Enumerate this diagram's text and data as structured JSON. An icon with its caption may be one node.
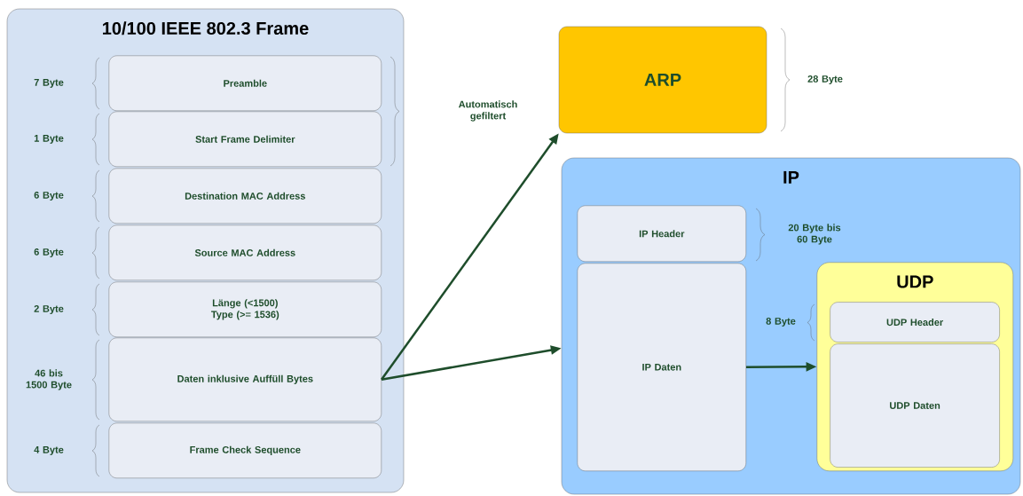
{
  "diagram": {
    "nodes": [
      {
        "text": [
          "10/100 IEEE 802.3 Frame"
        ]
      },
      {
        "text": [
          "Preamble"
        ],
        "in": 0
      },
      {
        "text": [
          "Start Frame Delimiter"
        ],
        "in": 0
      },
      {
        "text": [
          "Destination MAC Address"
        ],
        "in": 0
      },
      {
        "text": [
          "Source MAC Address"
        ],
        "in": 0
      },
      {
        "text": [
          "Länge (<1500) Type (>= 1536)"
        ],
        "in": 0
      },
      {
        "text": [
          "Daten inklusive Auffüll Bytes"
        ],
        "in": 0
      },
      {
        "text": [
          "Frame Check Sequence"
        ],
        "in": 0
      },
      {
        "text": [
          "ARP"
        ]
      },
      {
        "text": [
          "IP"
        ]
      },
      {
        "text": [
          "IP Header"
        ],
        "in": 9
      },
      {
        "text": [
          "IP Daten"
        ],
        "in": 9
      },
      {
        "text": [
          "UDP"
        ],
        "in": 9
      },
      {
        "text": [
          "UDP Header"
        ],
        "in": 12
      },
      {
        "text": [
          "UDP Daten"
        ],
        "in": 12
      }
    ],
    "edges": [
      {
        "from": 6,
        "to": 8,
        "arrow": "to"
      },
      {
        "from": 6,
        "to": 9,
        "arrow": "to"
      },
      {
        "from": 11,
        "to": 12,
        "arrow": "to"
      }
    ],
    "labels": [
      "7 Byte",
      "1 Byte",
      "6 Byte",
      "6 Byte",
      "2 Byte",
      "46 bis 1500 Byte",
      "4 Byte",
      "Automatisch gefiltert",
      "28 Byte",
      "20 Byte bis 60 Byte",
      "8 Byte"
    ]
  }
}
